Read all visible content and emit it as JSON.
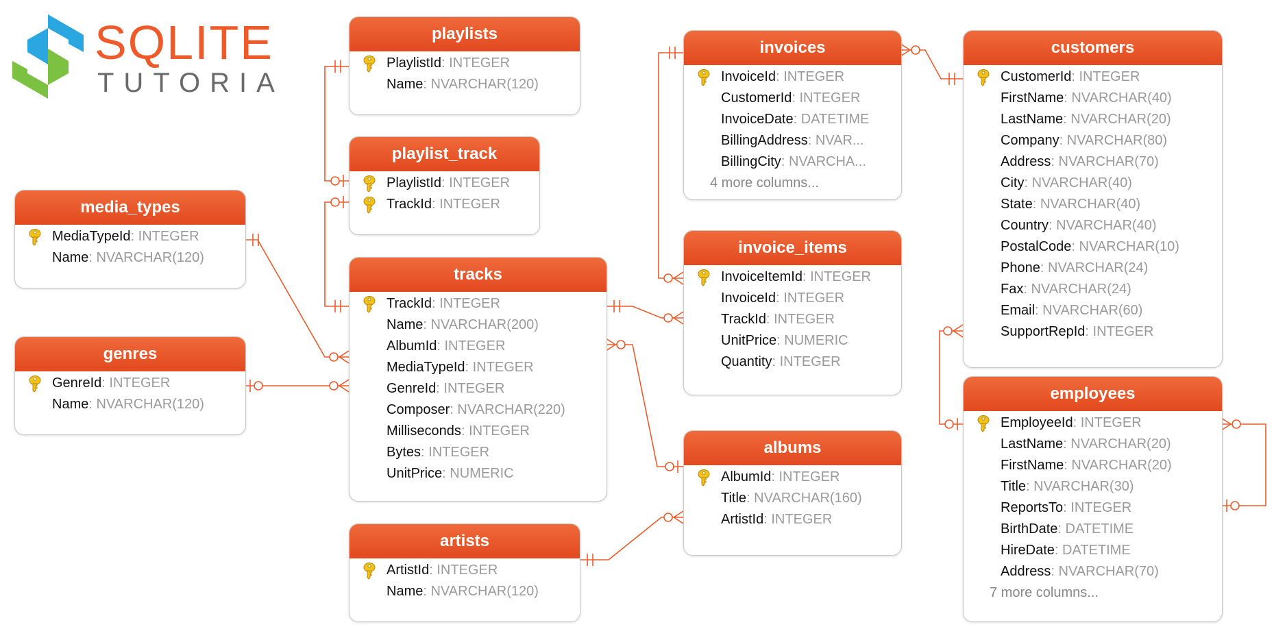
{
  "logo": {
    "line1": "SQLITE",
    "line2": "TUTORIAL"
  },
  "colors": {
    "accent": "#e8552a",
    "line": "#ee5a2a",
    "type": "#9a9a9a"
  },
  "tables": [
    {
      "id": "playlists",
      "name": "playlists",
      "columns": [
        {
          "n": "PlaylistId",
          "t": "INTEGER",
          "pk": true
        },
        {
          "n": "Name",
          "t": "NVARCHAR(120)"
        }
      ]
    },
    {
      "id": "playlist_track",
      "name": "playlist_track",
      "columns": [
        {
          "n": "PlaylistId",
          "t": "INTEGER",
          "pk": true
        },
        {
          "n": "TrackId",
          "t": "INTEGER",
          "pk": true
        }
      ]
    },
    {
      "id": "media_types",
      "name": "media_types",
      "columns": [
        {
          "n": "MediaTypeId",
          "t": "INTEGER",
          "pk": true
        },
        {
          "n": "Name",
          "t": "NVARCHAR(120)"
        }
      ]
    },
    {
      "id": "genres",
      "name": "genres",
      "columns": [
        {
          "n": "GenreId",
          "t": "INTEGER",
          "pk": true
        },
        {
          "n": "Name",
          "t": "NVARCHAR(120)"
        }
      ]
    },
    {
      "id": "tracks",
      "name": "tracks",
      "columns": [
        {
          "n": "TrackId",
          "t": "INTEGER",
          "pk": true
        },
        {
          "n": "Name",
          "t": "NVARCHAR(200)"
        },
        {
          "n": "AlbumId",
          "t": "INTEGER"
        },
        {
          "n": "MediaTypeId",
          "t": "INTEGER"
        },
        {
          "n": "GenreId",
          "t": "INTEGER"
        },
        {
          "n": "Composer",
          "t": "NVARCHAR(220)"
        },
        {
          "n": "Milliseconds",
          "t": "INTEGER"
        },
        {
          "n": "Bytes",
          "t": "INTEGER"
        },
        {
          "n": "UnitPrice",
          "t": "NUMERIC"
        }
      ]
    },
    {
      "id": "artists",
      "name": "artists",
      "columns": [
        {
          "n": "ArtistId",
          "t": "INTEGER",
          "pk": true
        },
        {
          "n": "Name",
          "t": "NVARCHAR(120)"
        }
      ]
    },
    {
      "id": "invoices",
      "name": "invoices",
      "columns": [
        {
          "n": "InvoiceId",
          "t": "INTEGER",
          "pk": true
        },
        {
          "n": "CustomerId",
          "t": "INTEGER"
        },
        {
          "n": "InvoiceDate",
          "t": "DATETIME"
        },
        {
          "n": "BillingAddress",
          "t": "NVAR..."
        },
        {
          "n": "BillingCity",
          "t": "NVARCHA..."
        }
      ],
      "more": "4 more columns..."
    },
    {
      "id": "invoice_items",
      "name": "invoice_items",
      "columns": [
        {
          "n": "InvoiceItemId",
          "t": "INTEGER",
          "pk": true
        },
        {
          "n": "InvoiceId",
          "t": "INTEGER"
        },
        {
          "n": "TrackId",
          "t": "INTEGER"
        },
        {
          "n": "UnitPrice",
          "t": "NUMERIC"
        },
        {
          "n": "Quantity",
          "t": "INTEGER"
        }
      ]
    },
    {
      "id": "albums",
      "name": "albums",
      "columns": [
        {
          "n": "AlbumId",
          "t": "INTEGER",
          "pk": true
        },
        {
          "n": "Title",
          "t": "NVARCHAR(160)"
        },
        {
          "n": "ArtistId",
          "t": "INTEGER"
        }
      ]
    },
    {
      "id": "customers",
      "name": "customers",
      "columns": [
        {
          "n": "CustomerId",
          "t": "INTEGER",
          "pk": true
        },
        {
          "n": "FirstName",
          "t": "NVARCHAR(40)"
        },
        {
          "n": "LastName",
          "t": "NVARCHAR(20)"
        },
        {
          "n": "Company",
          "t": "NVARCHAR(80)"
        },
        {
          "n": "Address",
          "t": "NVARCHAR(70)"
        },
        {
          "n": "City",
          "t": "NVARCHAR(40)"
        },
        {
          "n": "State",
          "t": "NVARCHAR(40)"
        },
        {
          "n": "Country",
          "t": "NVARCHAR(40)"
        },
        {
          "n": "PostalCode",
          "t": "NVARCHAR(10)"
        },
        {
          "n": "Phone",
          "t": "NVARCHAR(24)"
        },
        {
          "n": "Fax",
          "t": "NVARCHAR(24)"
        },
        {
          "n": "Email",
          "t": "NVARCHAR(60)"
        },
        {
          "n": "SupportRepId",
          "t": "INTEGER"
        }
      ]
    },
    {
      "id": "employees",
      "name": "employees",
      "columns": [
        {
          "n": "EmployeeId",
          "t": "INTEGER",
          "pk": true
        },
        {
          "n": "LastName",
          "t": "NVARCHAR(20)"
        },
        {
          "n": "FirstName",
          "t": "NVARCHAR(20)"
        },
        {
          "n": "Title",
          "t": "NVARCHAR(30)"
        },
        {
          "n": "ReportsTo",
          "t": "INTEGER"
        },
        {
          "n": "BirthDate",
          "t": "DATETIME"
        },
        {
          "n": "HireDate",
          "t": "DATETIME"
        },
        {
          "n": "Address",
          "t": "NVARCHAR(70)"
        }
      ],
      "more": "7 more columns..."
    }
  ]
}
